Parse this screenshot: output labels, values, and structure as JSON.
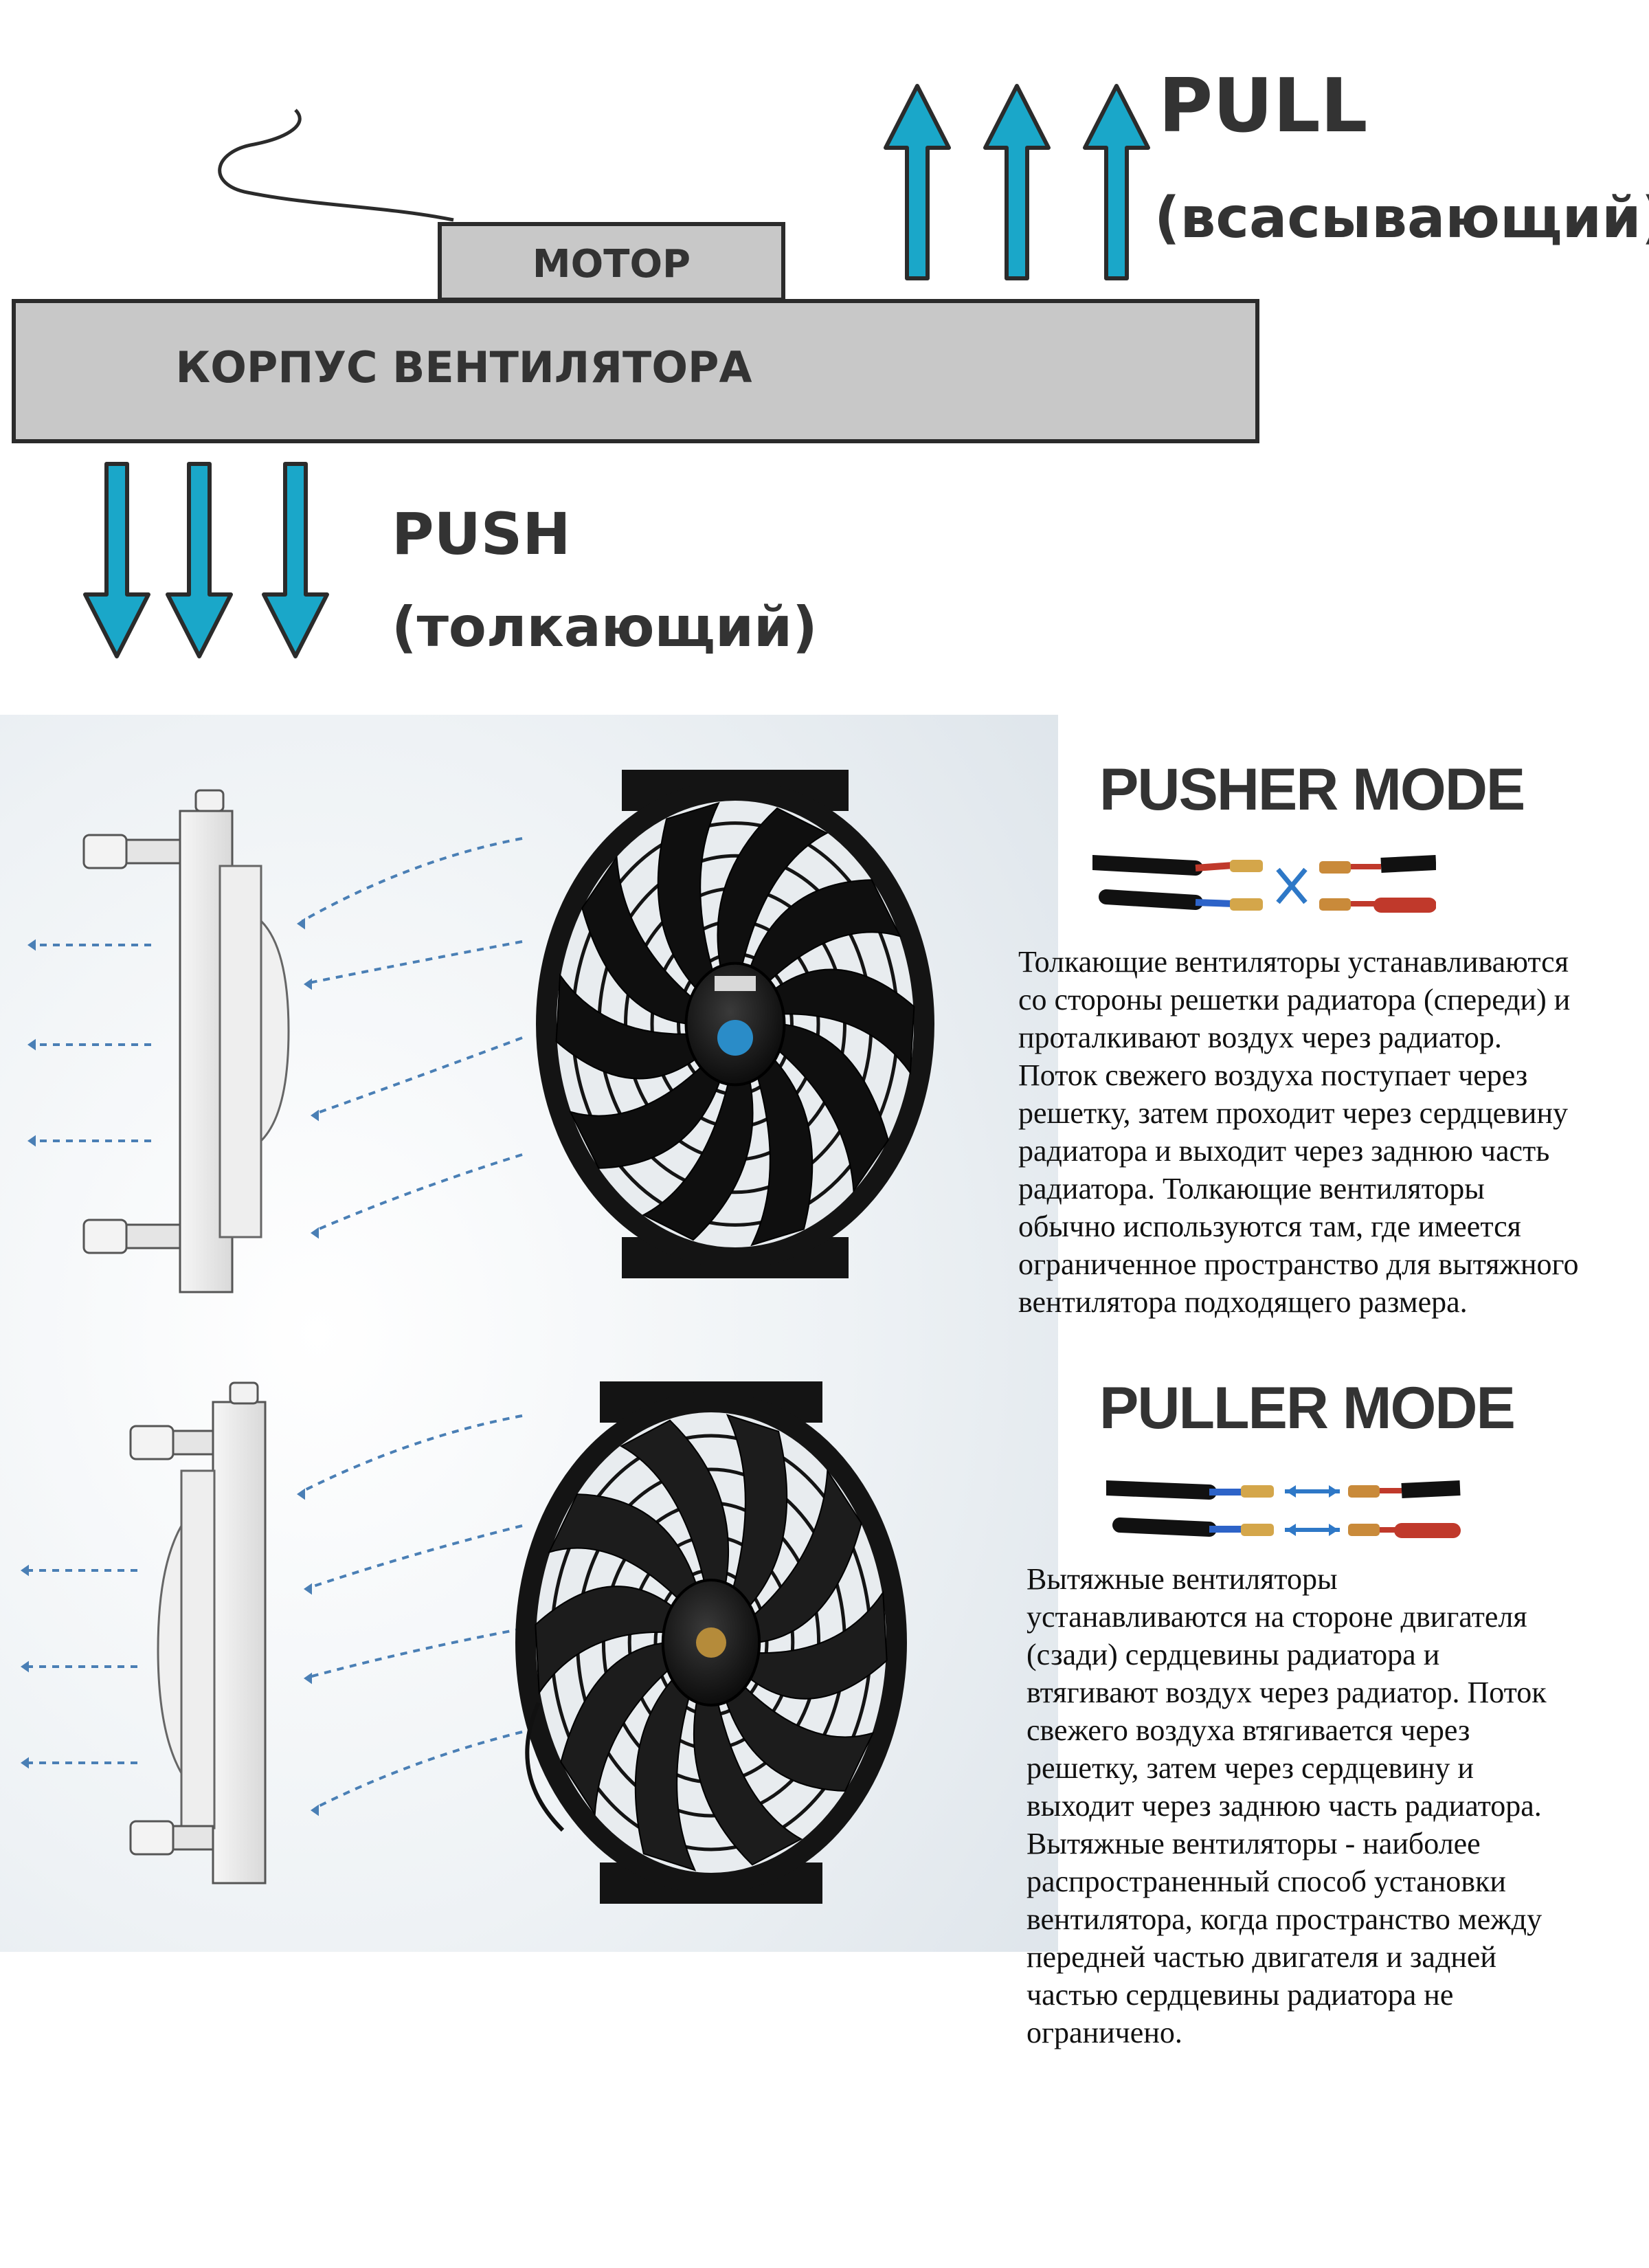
{
  "colors": {
    "arrow_fill": "#1aa7c9",
    "arrow_stroke": "#2b2b2b",
    "box_fill": "#c8c8c8",
    "box_stroke": "#2b2b2b",
    "label_text": "#333333",
    "flow_arrow": "#4a7fb5",
    "fan_plastic": "#141414",
    "wire_red": "#c0392b",
    "wire_blue": "#2d63c8",
    "arrow_swap": "#2e78c7"
  },
  "top_diagram": {
    "motor_label": "МОТОР",
    "housing_label": "КОРПУС ВЕНТИЛЯТОРА",
    "pull": {
      "title": "PULL",
      "subtitle": "(всасывающий)",
      "arrow_count": 3,
      "arrow_direction": "up"
    },
    "push": {
      "title": "PUSH",
      "subtitle": "(толкающий)",
      "arrow_count": 3,
      "arrow_direction": "down"
    }
  },
  "pusher": {
    "title": "PUSHER MODE",
    "wire_diagram_icon": "crossed-wires-icon",
    "description_lines": [
      "Толкающие вентиляторы устанавливаются",
      "со стороны решетки радиатора (спереди) и",
      "проталкивают воздух через радиатор.",
      "Поток свежего воздуха поступает через",
      "решетку, затем проходит через сердцевину",
      "радиатора и выходит через заднюю часть",
      "радиатора. Толкающие вентиляторы",
      "обычно используются там, где имеется",
      "ограниченное пространство для вытяжного",
      "вентилятора подходящего размера."
    ]
  },
  "puller": {
    "title": "PULLER MODE",
    "wire_diagram_icon": "straight-wires-icon",
    "description_lines": [
      "Вытяжные вентиляторы",
      "устанавливаются на стороне двигателя",
      "(сзади) сердцевины радиатора и",
      "втягивают воздух через радиатор. Поток",
      "свежего воздуха втягивается через",
      "решетку, затем через сердцевину и",
      "выходит через заднюю часть радиатора.",
      "Вытяжные вентиляторы - наиболее",
      "распространенный способ установки",
      "вентилятора, когда пространство между",
      "передней частью двигателя и задней",
      "частью сердцевины радиатора не",
      "ограничено."
    ]
  },
  "photos": {
    "pusher_fan_icon": "pusher-fan-photo",
    "puller_fan_icon": "puller-fan-photo",
    "radiator_icon": "radiator-side-icon",
    "airflow_icon": "airflow-arrows-icon"
  }
}
